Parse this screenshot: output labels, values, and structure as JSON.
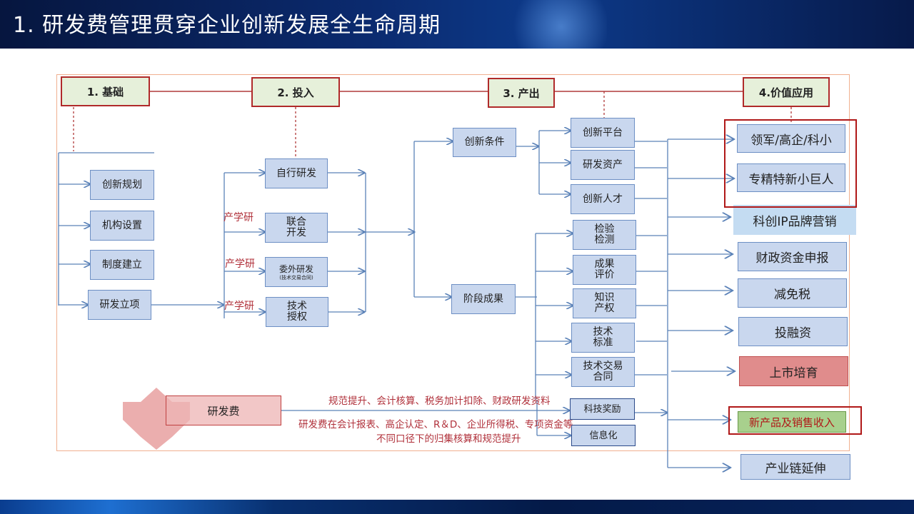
{
  "header": {
    "title": "1.  研发费管理贯穿企业创新发展全生命周期"
  },
  "stages": [
    "1. 基础",
    "2. 投入",
    "3. 产出",
    "4.价值应用"
  ],
  "foundation": [
    "创新规划",
    "机构设置",
    "制度建立",
    "研发立项"
  ],
  "inputs": {
    "zixing": "自行研发",
    "lianhe": [
      "联合",
      "开发"
    ],
    "weiwai": "委外研发",
    "weiwai_sub": "(技术交易合同)",
    "jishu": [
      "技术",
      "授权"
    ]
  },
  "cxy_label": "产学研",
  "outputs": {
    "conditions": "创新条件",
    "results": "阶段成果"
  },
  "conditions_items": [
    "创新平台",
    "研发资产",
    "创新人才"
  ],
  "results_items": [
    [
      "检验",
      "检测"
    ],
    [
      "成果",
      "评价"
    ],
    [
      "知识",
      "产权"
    ],
    [
      "技术",
      "标准"
    ],
    [
      "技术交易",
      "合同"
    ]
  ],
  "mid_items": [
    "科技奖励",
    "信息化"
  ],
  "values": [
    "领军/高企/科小",
    "专精特新小巨人",
    "科创IP品牌营销",
    "财政资金申报",
    "减免税",
    "投融资",
    "上市培育",
    "新产品及销售收入",
    "产业链延伸"
  ],
  "rnd": "研发费",
  "notes": [
    "规范提升、会计核算、税务加计扣除、财政研发资料",
    "研发费在会计报表、高企认定、R＆D、企业所得税、专项资金等",
    "不同口径下的归集核算和规范提升"
  ],
  "colors": {
    "header": "#0b2a6e",
    "box_fill": "#c9d7ee",
    "box_border": "#6d8fc4",
    "stage_fill": "#e6f0da",
    "accent_red": "#b01818",
    "pink": "#e8a0a0",
    "green_box": "#a8d08d",
    "red_box": "#e08c8c"
  }
}
